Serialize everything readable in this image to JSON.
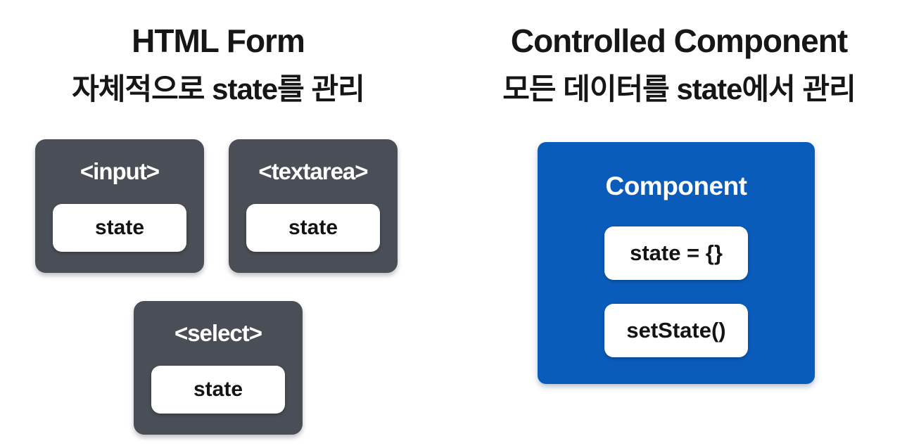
{
  "left_panel": {
    "title": "HTML Form",
    "subtitle": "자체적으로 state를 관리",
    "boxes": [
      {
        "tag": "<input>",
        "state_label": "state"
      },
      {
        "tag": "<textarea>",
        "state_label": "state"
      },
      {
        "tag": "<select>",
        "state_label": "state"
      }
    ]
  },
  "right_panel": {
    "title": "Controlled Component",
    "subtitle": "모든 데이터를 state에서 관리",
    "component": {
      "title": "Component",
      "items": [
        {
          "label": "state = {}"
        },
        {
          "label": "setState()"
        }
      ]
    }
  },
  "colors": {
    "background": "#ffffff",
    "dark_box": "#4a4e56",
    "component_blue": "#0a5cba",
    "pill_white": "#ffffff",
    "text_dark": "#161616",
    "text_white": "#ffffff"
  }
}
